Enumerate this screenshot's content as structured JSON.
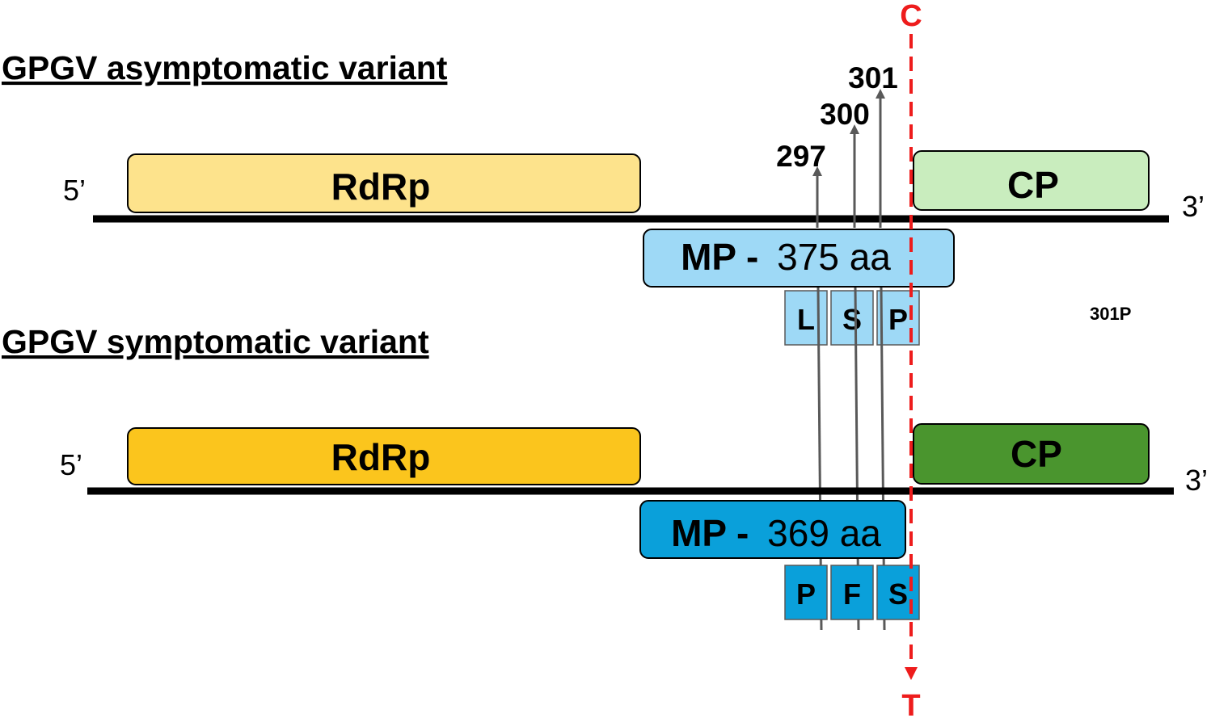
{
  "colors": {
    "rdrp_top": "#FDE38C",
    "rdrp_bottom": "#FBC51D",
    "cp_top": "#C9EDBE",
    "cp_bottom": "#4A952E",
    "mp_top": "#9ED9F6",
    "mp_bottom": "#0AA0DA",
    "mutation_line": "#EE1C1C",
    "connector": "#595959"
  },
  "mutation": {
    "top_base": "C",
    "bottom_base": "T"
  },
  "asymptomatic": {
    "heading": "GPGV asymptomatic variant",
    "five_prime": "5’",
    "three_prime": "3’",
    "rdrp_label": "RdRp",
    "cp_label": "CP",
    "mp_prefix": "MP -",
    "mp_length": "375 aa",
    "positions": [
      "297",
      "300",
      "301"
    ],
    "residues": [
      "L",
      "S",
      "P"
    ],
    "note": "301P"
  },
  "symptomatic": {
    "heading": "GPGV  symptomatic variant",
    "five_prime": "5’",
    "three_prime": "3’",
    "rdrp_label": "RdRp",
    "cp_label": "CP",
    "mp_prefix": "MP -",
    "mp_length": "369 aa",
    "residues": [
      "P",
      "F",
      "S"
    ]
  }
}
